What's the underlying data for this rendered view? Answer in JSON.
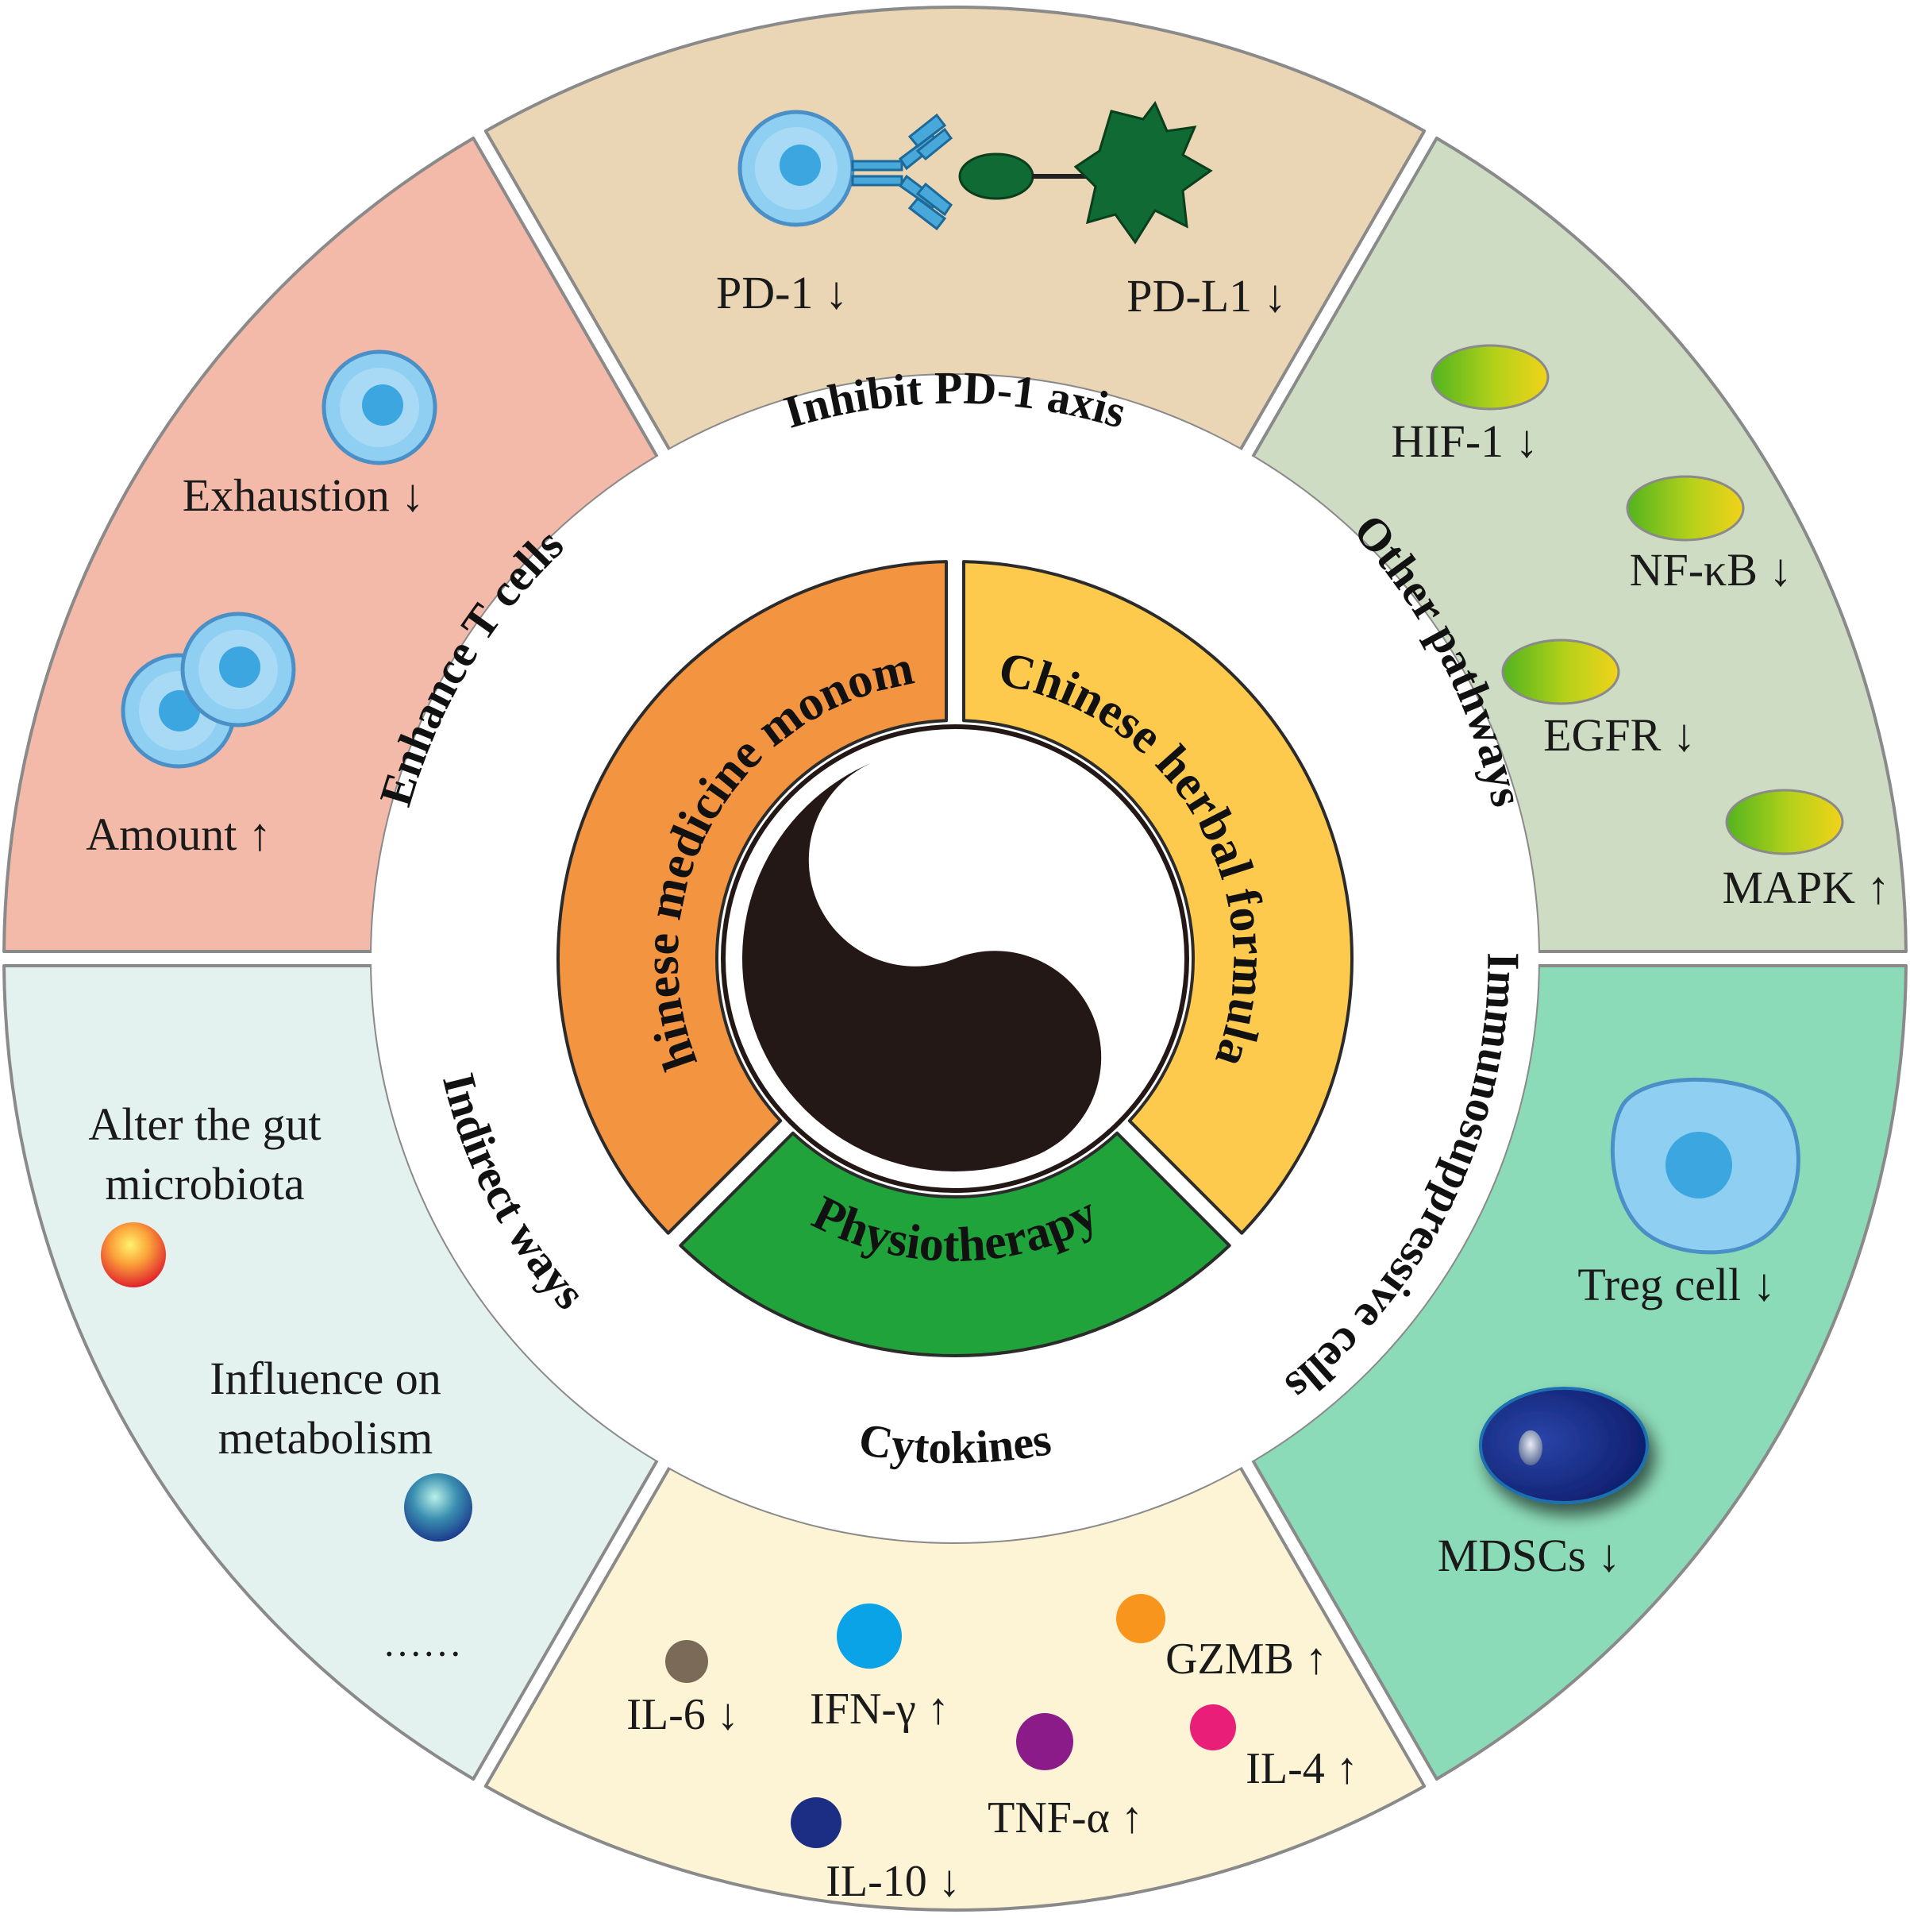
{
  "center": {
    "inner_segments": [
      {
        "label": "Chinese  medicine  monomer",
        "color": "#f39441"
      },
      {
        "label": "Chinese  herbal  formula",
        "color": "#fdca4d"
      },
      {
        "label": "Physiotherapy",
        "color": "#1fa33a"
      }
    ],
    "yin_yang_icon": "yin-yang-icon"
  },
  "sections": [
    {
      "id": "inhibit-pd1",
      "title": "Inhibit PD-1 axis",
      "color": "#ead5b4",
      "items": [
        {
          "label": "PD-1 ↓"
        },
        {
          "label": "PD-L1 ↓"
        }
      ]
    },
    {
      "id": "other-pathways",
      "title": "Other pathways",
      "color": "#cddcc3",
      "items": [
        {
          "label": "HIF-1 ↓"
        },
        {
          "label": "NF-κB ↓"
        },
        {
          "label": "EGFR ↓"
        },
        {
          "label": "MAPK ↑"
        }
      ]
    },
    {
      "id": "immunosuppressive-cells",
      "title": "Immunosuppressive  cells",
      "color": "#8cdbb8",
      "items": [
        {
          "label": "Treg cell ↓"
        },
        {
          "label": "MDSCs ↓"
        }
      ]
    },
    {
      "id": "cytokines",
      "title": "Cytokines",
      "color": "#fdf3d5",
      "items": [
        {
          "label": "IL-6 ↓",
          "color": "#7b6a58"
        },
        {
          "label": "IFN-γ ↑",
          "color": "#0aa3e8"
        },
        {
          "label": "GZMB ↑",
          "color": "#f7951d"
        },
        {
          "label": "TNF-α ↑",
          "color": "#8c1b8a"
        },
        {
          "label": "IL-4 ↑",
          "color": "#e81e78"
        },
        {
          "label": "IL-10 ↓",
          "color": "#1c2d84"
        }
      ]
    },
    {
      "id": "indirect-ways",
      "title": "Indirect ways",
      "color": "#e3f2ef",
      "items": [
        {
          "label": "Alter the gut",
          "label2": "microbiota"
        },
        {
          "label": "Influence on",
          "label2": "metabolism"
        },
        {
          "label": "……"
        }
      ]
    },
    {
      "id": "enhance-t-cells",
      "title": "Enhance  T  cells",
      "color": "#f3b9a9",
      "items": [
        {
          "label": "Exhaustion ↓"
        },
        {
          "label": "Amount ↑"
        }
      ]
    }
  ],
  "colors": {
    "ring_border": "#8a8a8a",
    "tcell_outer": "#8fd0f2",
    "tcell_nucleus": "#3ba6e0",
    "pdl1_green": "#0f6a33",
    "receptor_blue": "#47a8d9",
    "mdsc_blue": "#14267d",
    "yin": "#231815"
  }
}
